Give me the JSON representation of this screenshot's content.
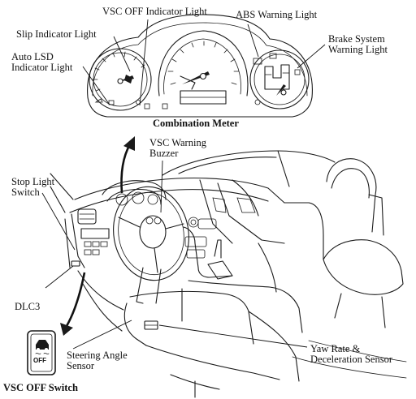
{
  "labels": {
    "vsc_off_indicator": "VSC OFF Indicator Light",
    "abs_warning": "ABS Warning Light",
    "slip_indicator": "Slip Indicator Light",
    "brake_system": "Brake System\nWarning Light",
    "auto_lsd": "Auto LSD\nIndicator Light",
    "combination_meter": "Combination Meter",
    "vsc_warning_buzzer": "VSC Warning\nBuzzer",
    "stop_light_switch": "Stop Light\nSwitch",
    "dlc3": "DLC3",
    "yaw_rate_sensor": "Yaw Rate &\nDeceleration Sensor",
    "steering_angle_sensor": "Steering Angle\nSensor",
    "vsc_off_switch": "VSC OFF Switch",
    "switch_face_text": "OFF"
  }
}
